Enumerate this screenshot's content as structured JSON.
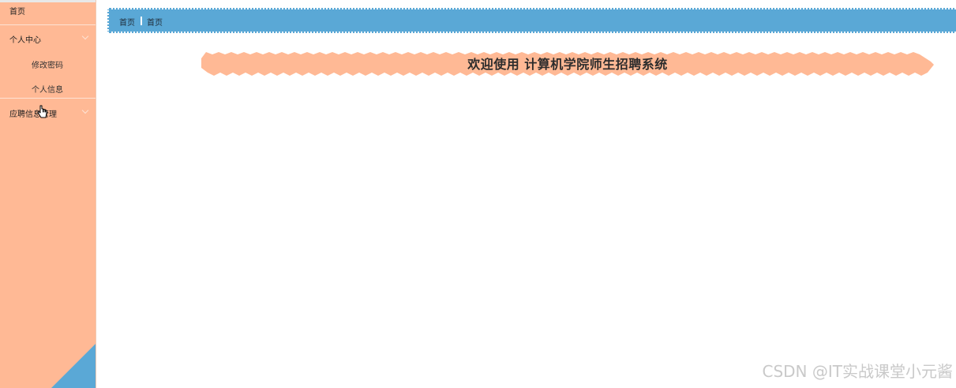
{
  "sidebar": {
    "home_label": "首页",
    "groups": [
      {
        "label": "个人中心",
        "items": [
          {
            "label": "修改密码"
          },
          {
            "label": "个人信息"
          }
        ]
      },
      {
        "label": "应聘信息管理",
        "items": []
      }
    ],
    "background_color": "#ffb995",
    "corner_color": "#5aa8d6"
  },
  "breadcrumb": {
    "items": [
      "首页",
      "首页"
    ],
    "background_color": "#5aa8d6"
  },
  "banner": {
    "title": "欢迎使用 计算机学院师生招聘系统",
    "color": "#ffb995"
  },
  "watermark": {
    "text": "CSDN @IT实战课堂小元酱"
  }
}
